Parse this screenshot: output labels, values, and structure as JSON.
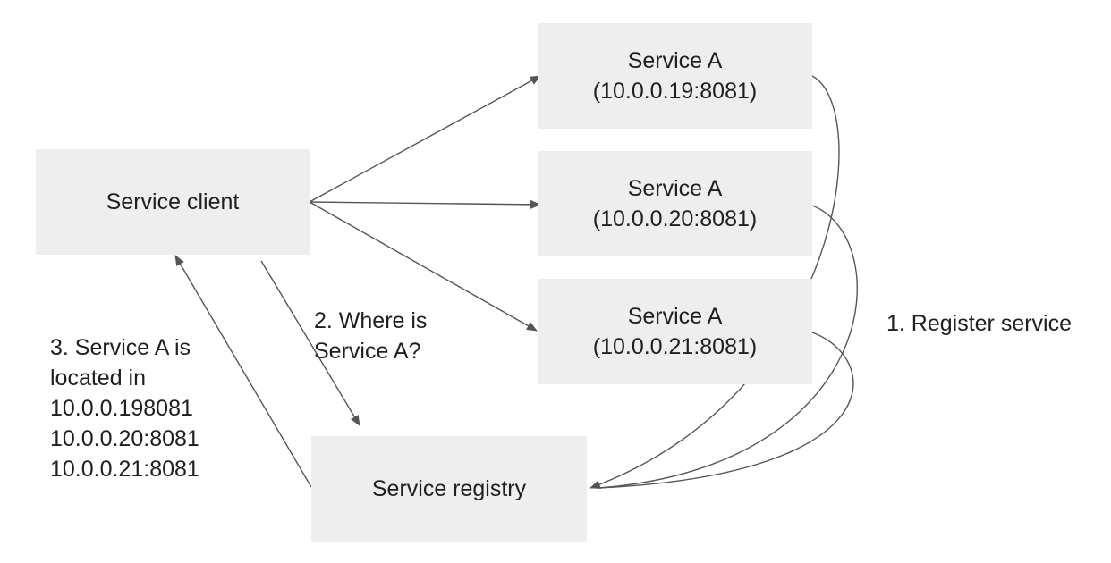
{
  "nodes": {
    "service_client": {
      "label": "Service client"
    },
    "service_a_1": {
      "name": "Service A",
      "address": "(10.0.0.19:8081)"
    },
    "service_a_2": {
      "name": "Service A",
      "address": "(10.0.0.20:8081)"
    },
    "service_a_3": {
      "name": "Service A",
      "address": "(10.0.0.21:8081)"
    },
    "service_registry": {
      "label": "Service registry"
    }
  },
  "annotations": {
    "register": "1. Register service",
    "query": [
      "2. Where is",
      "Service A?"
    ],
    "response": [
      "3. Service A is",
      "located in",
      "10.0.0.198081",
      "10.0.0.20:8081",
      "10.0.0.21:8081"
    ]
  },
  "colors": {
    "box_fill": "#eeeeee",
    "arrow": "#555555",
    "text": "#1f1f1f"
  }
}
